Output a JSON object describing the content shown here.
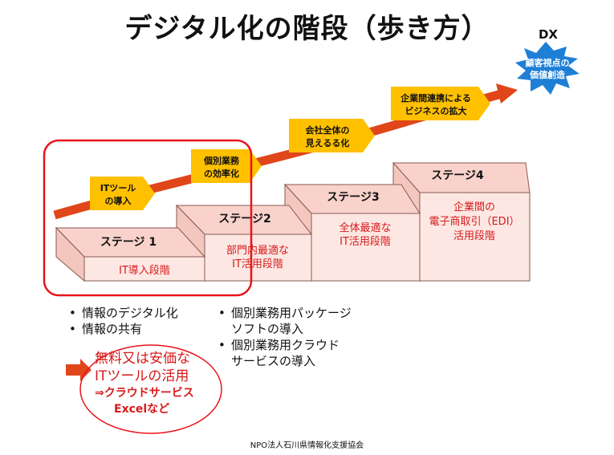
{
  "title": "デジタル化の階段（歩き方）",
  "dx": {
    "label": "DX",
    "burst_line1": "顧客視点の",
    "burst_line2": "価値創造"
  },
  "arrow_labels": [
    {
      "line1": "ITツール",
      "line2": "の導入"
    },
    {
      "line1": "個別業務",
      "line2": "の効率化"
    },
    {
      "line1": "会社全体の",
      "line2": "見えるる化"
    },
    {
      "line1": "企業間連携による",
      "line2": "ビジネスの拡大"
    }
  ],
  "stages": [
    {
      "name": "ステージ 1",
      "desc1": "IT導入段階",
      "desc2": ""
    },
    {
      "name": "ステージ2",
      "desc1": "部門内最適な",
      "desc2": "IT活用段階"
    },
    {
      "name": "ステージ3",
      "desc1": "全体最適な",
      "desc2": "IT活用段階"
    },
    {
      "name": "ステージ4",
      "desc1": "企業間の",
      "desc2": "電子商取引（EDI）",
      "desc3": "活用段階"
    }
  ],
  "bullets_left": [
    "情報のデジタル化",
    "情報の共有"
  ],
  "bullets_right": [
    {
      "line1": "個別業務用パッケージ",
      "line2": "ソフトの導入"
    },
    {
      "line1": "個別業務用クラウド",
      "line2": "サービスの導入"
    }
  ],
  "free_tools": {
    "line1": "無料又は安価な",
    "line2": "ITツールの活用",
    "line3": "⇒クラウドサービス",
    "line4": "Excelなど"
  },
  "footer": "NPO法人石川県情報化支援協会",
  "colors": {
    "step_front": "#fde7e3",
    "step_top": "#f8d2cb",
    "step_border": "#8a5a52",
    "arrow": "#e0461a",
    "callout": "#ffc000",
    "burst": "#1e7fd6",
    "highlight": "#e8131b",
    "red_text": "#d61a1a"
  }
}
